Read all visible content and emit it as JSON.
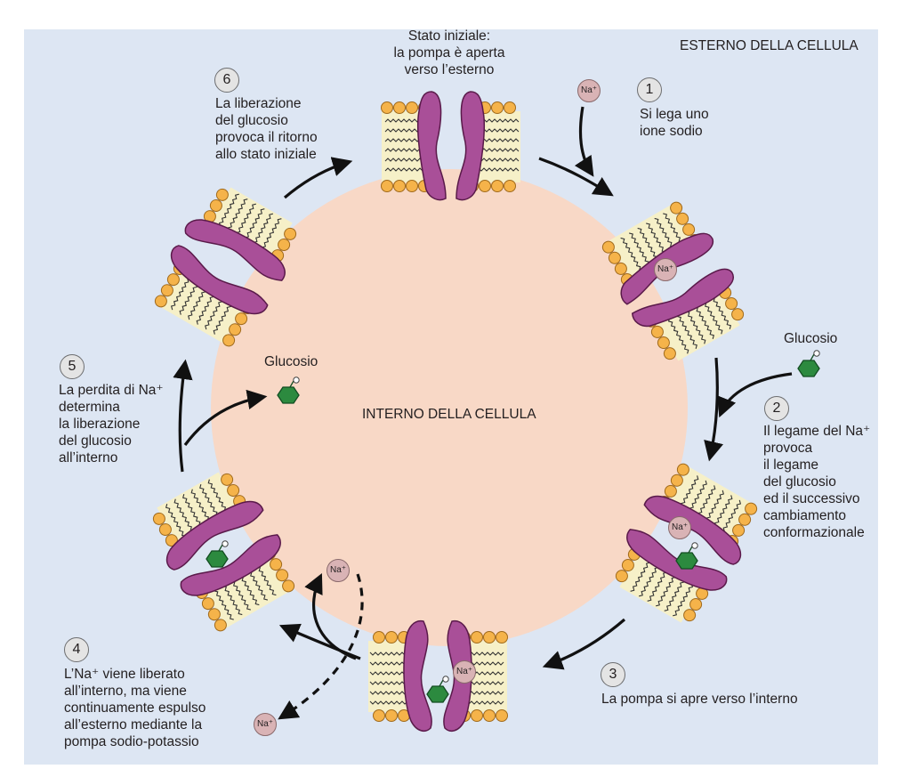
{
  "colors": {
    "background": "#dde6f3",
    "cell_interior": "#f8d8c6",
    "protein": "#a94f98",
    "protein_dark": "#5a1a4a",
    "lipid_head": "#f5b34a",
    "membrane_fill": "#f6f0c8",
    "glucose": "#2c8a3f",
    "sodium_ion": "#d9b3b5"
  },
  "regions": {
    "outside": "ESTERNO DELLA CELLULA",
    "inside": "INTERNO DELLA CELLULA"
  },
  "initial_state": "Stato iniziale:\nla pompa è aperta\nverso l’esterno",
  "steps": [
    {
      "number": "1",
      "text": "Si lega uno\nione sodio"
    },
    {
      "number": "2",
      "text": "Il legame del Na⁺\nprovoca\nil legame\ndel glucosio\ned il successivo\ncambiamento\nconformazionale"
    },
    {
      "number": "3",
      "text": "La pompa si apre verso l’interno"
    },
    {
      "number": "4",
      "text": "L’Na⁺ viene liberato\nall’interno, ma viene\ncontinuamente espulso\nall’esterno mediante la\npompa sodio-potassio"
    },
    {
      "number": "5",
      "text": "La perdita di Na⁺\ndetermina\nla liberazione\ndel glucosio\nall’interno"
    },
    {
      "number": "6",
      "text": "La liberazione\ndel glucosio\nprovoca il ritorno\nallo stato iniziale"
    }
  ],
  "glucose_label": "Glucosio",
  "sodium_label": "Na⁺",
  "icons": [
    "sodium-ion-icon",
    "glucose-molecule-icon",
    "cycle-arrow-icon",
    "lipid-bilayer-icon",
    "transporter-protein-icon"
  ]
}
